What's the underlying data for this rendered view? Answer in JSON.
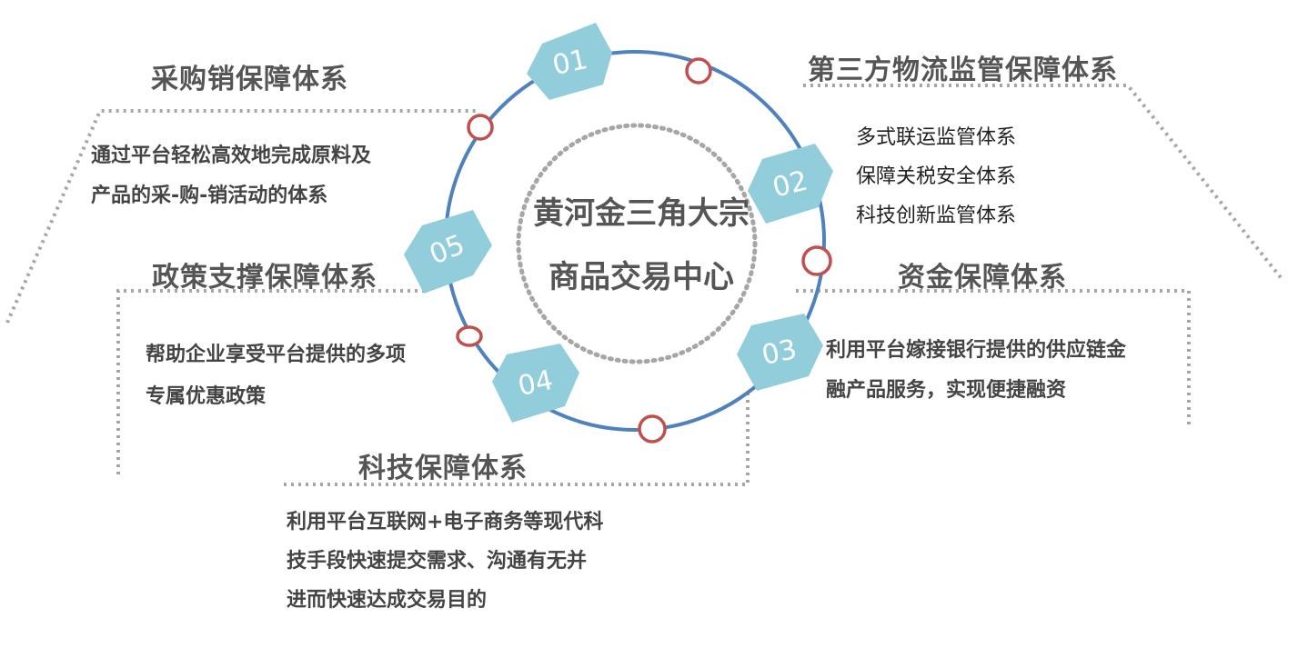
{
  "center": {
    "line1": "黄河金三角大宗",
    "line2": "商品交易中心"
  },
  "colors": {
    "hex_fill": "#92cddc",
    "ring": "#4f81bd",
    "node_stroke": "#c0504d",
    "dotted": "#a6a6a6",
    "title_text": "#555555"
  },
  "nodes": [
    "01",
    "02",
    "03",
    "04",
    "05"
  ],
  "sections": {
    "purchase": {
      "title": "采购销保障体系",
      "lines": [
        "通过平台轻松高效地完成原料及",
        "产品的采-购-销活动的体系"
      ]
    },
    "logistics": {
      "title": "第三方物流监管保障体系",
      "lines": [
        "多式联运监管体系",
        "保障关税安全体系",
        "科技创新监管体系"
      ]
    },
    "funding": {
      "title": "资金保障体系",
      "lines": [
        "利用平台嫁接银行提供的供应链金",
        "融产品服务，实现便捷融资"
      ]
    },
    "policy": {
      "title": "政策支撑保障体系",
      "lines": [
        "帮助企业享受平台提供的多项",
        "专属优惠政策"
      ]
    },
    "tech": {
      "title": "科技保障体系",
      "lines": [
        "利用平台互联网+电子商务等现代科",
        "技手段快速提交需求、沟通有无并",
        "进而快速达成交易目的"
      ]
    }
  }
}
